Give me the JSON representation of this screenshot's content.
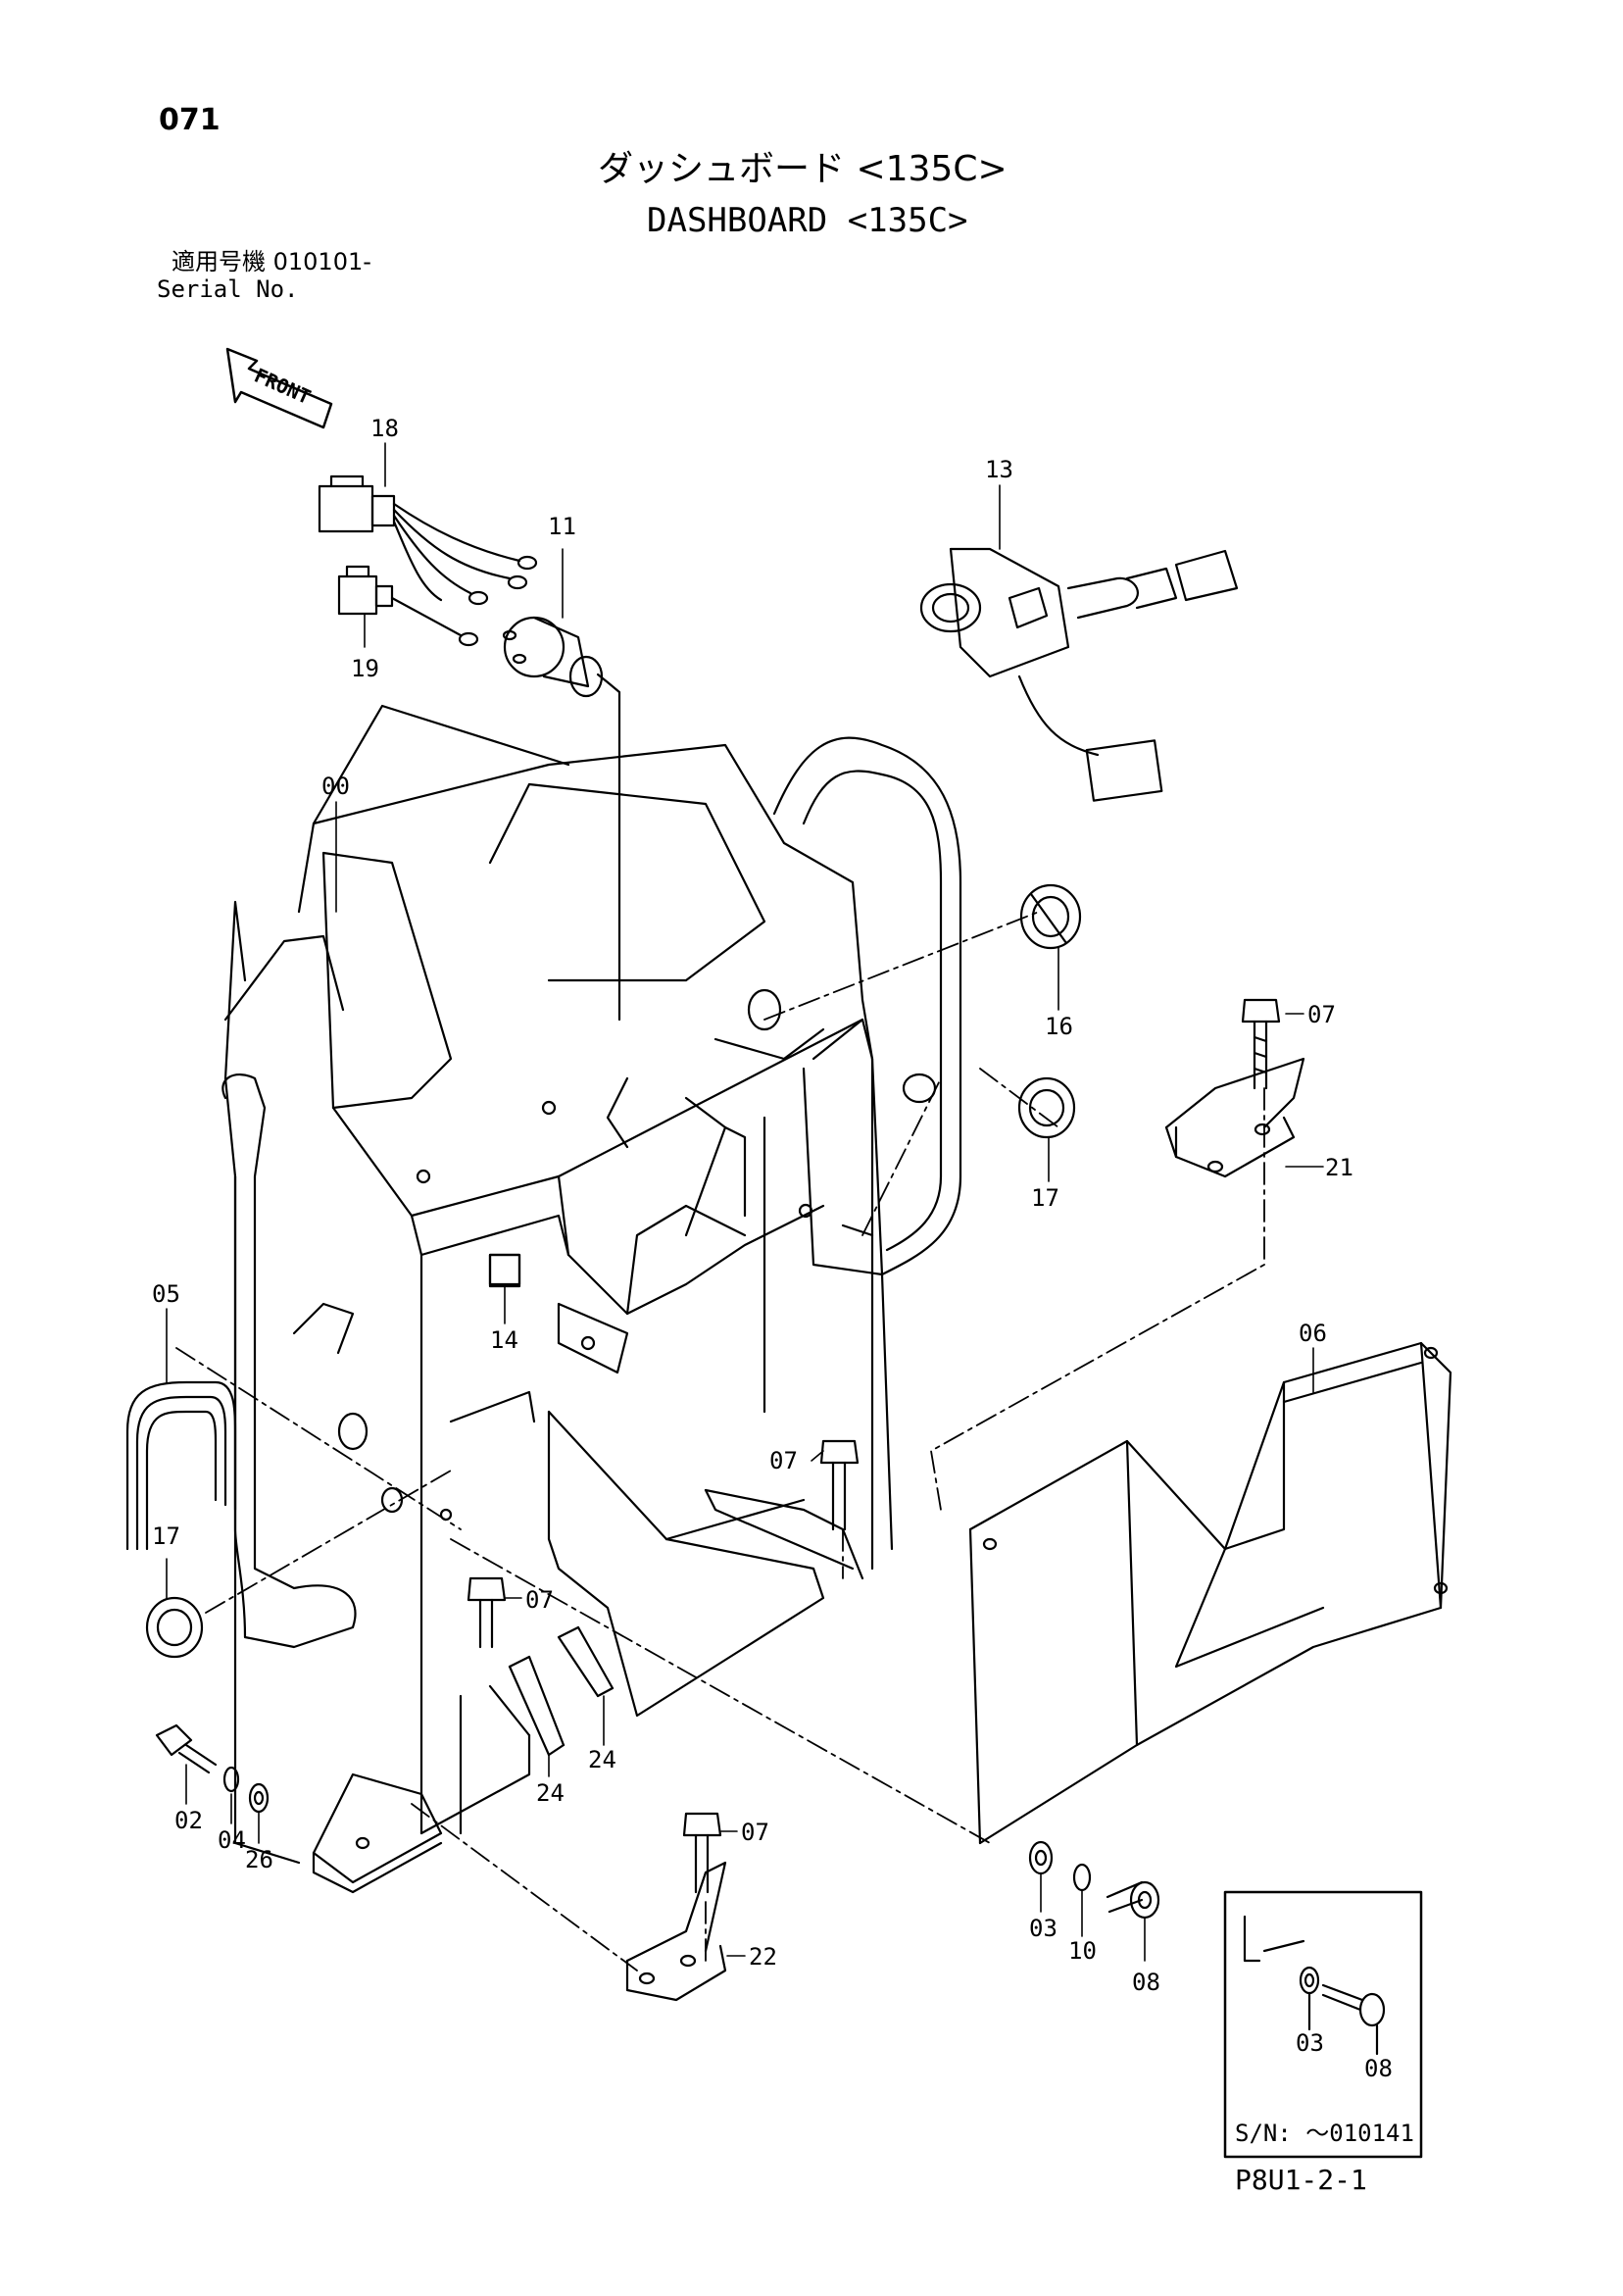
{
  "page_number": "071",
  "title_jp": "ダッシュボード <135C>",
  "title_en": "DASHBOARD <135C>",
  "serial_label_jp": "適用号機 010101-",
  "serial_label_en": "Serial No.",
  "front_arrow_label": "FRONT",
  "footer_code": "P8U1-2-1",
  "inset_label": "S/N: ～010141",
  "callouts": {
    "c18": "18",
    "c19": "19",
    "c11": "11",
    "c13": "13",
    "c00": "00",
    "c16": "16",
    "c07a": "07",
    "c21": "21",
    "c17a": "17",
    "c05": "05",
    "c14": "14",
    "c06": "06",
    "c07b": "07",
    "c17b": "17",
    "c07c": "07",
    "c24a": "24",
    "c24b": "24",
    "c02": "02",
    "c04": "04",
    "c26": "26",
    "c07d": "07",
    "c22": "22",
    "c03": "03",
    "c10": "10",
    "c08": "08",
    "c03i": "03",
    "c08i": "08"
  }
}
